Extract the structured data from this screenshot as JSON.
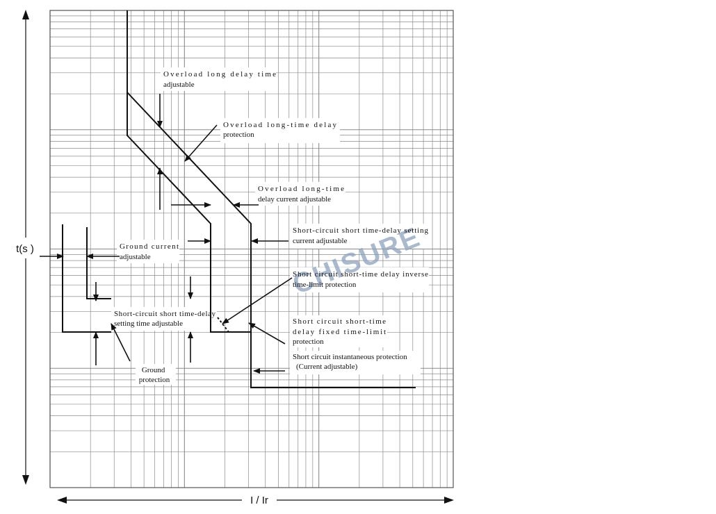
{
  "axes": {
    "y_title": "t(s )",
    "x_title": "I / Ir"
  },
  "watermark": "CHISURE",
  "annotations": {
    "overload_long_delay_time": [
      "Overload long delay time",
      "adjustable"
    ],
    "overload_long_time_protection": [
      "Overload long-time delay",
      "protection"
    ],
    "overload_long_time_current": [
      "Overload long-time",
      "delay current adjustable"
    ],
    "sc_short_time_setting_current": [
      "Short-circuit short time-delay setting",
      "current adjustable"
    ],
    "ground_current": [
      "Ground current",
      "adjustable"
    ],
    "sc_inverse_time": [
      "Short circuit short-time delay inverse",
      "time-limit protection"
    ],
    "sc_setting_time": [
      "Short-circuit short time-delay",
      "setting time adjustable"
    ],
    "sc_fixed_time": [
      "Short circuit short-time",
      "delay fixed time-limit",
      "protection"
    ],
    "sc_instantaneous": [
      "Short circuit instantaneous protection",
      "(Current adjustable)"
    ],
    "ground_protection": [
      "Ground",
      "protection"
    ]
  },
  "colors": {
    "grid": "#8a8a8a",
    "curve": "#111111",
    "watermark": "#8ea3bd"
  }
}
